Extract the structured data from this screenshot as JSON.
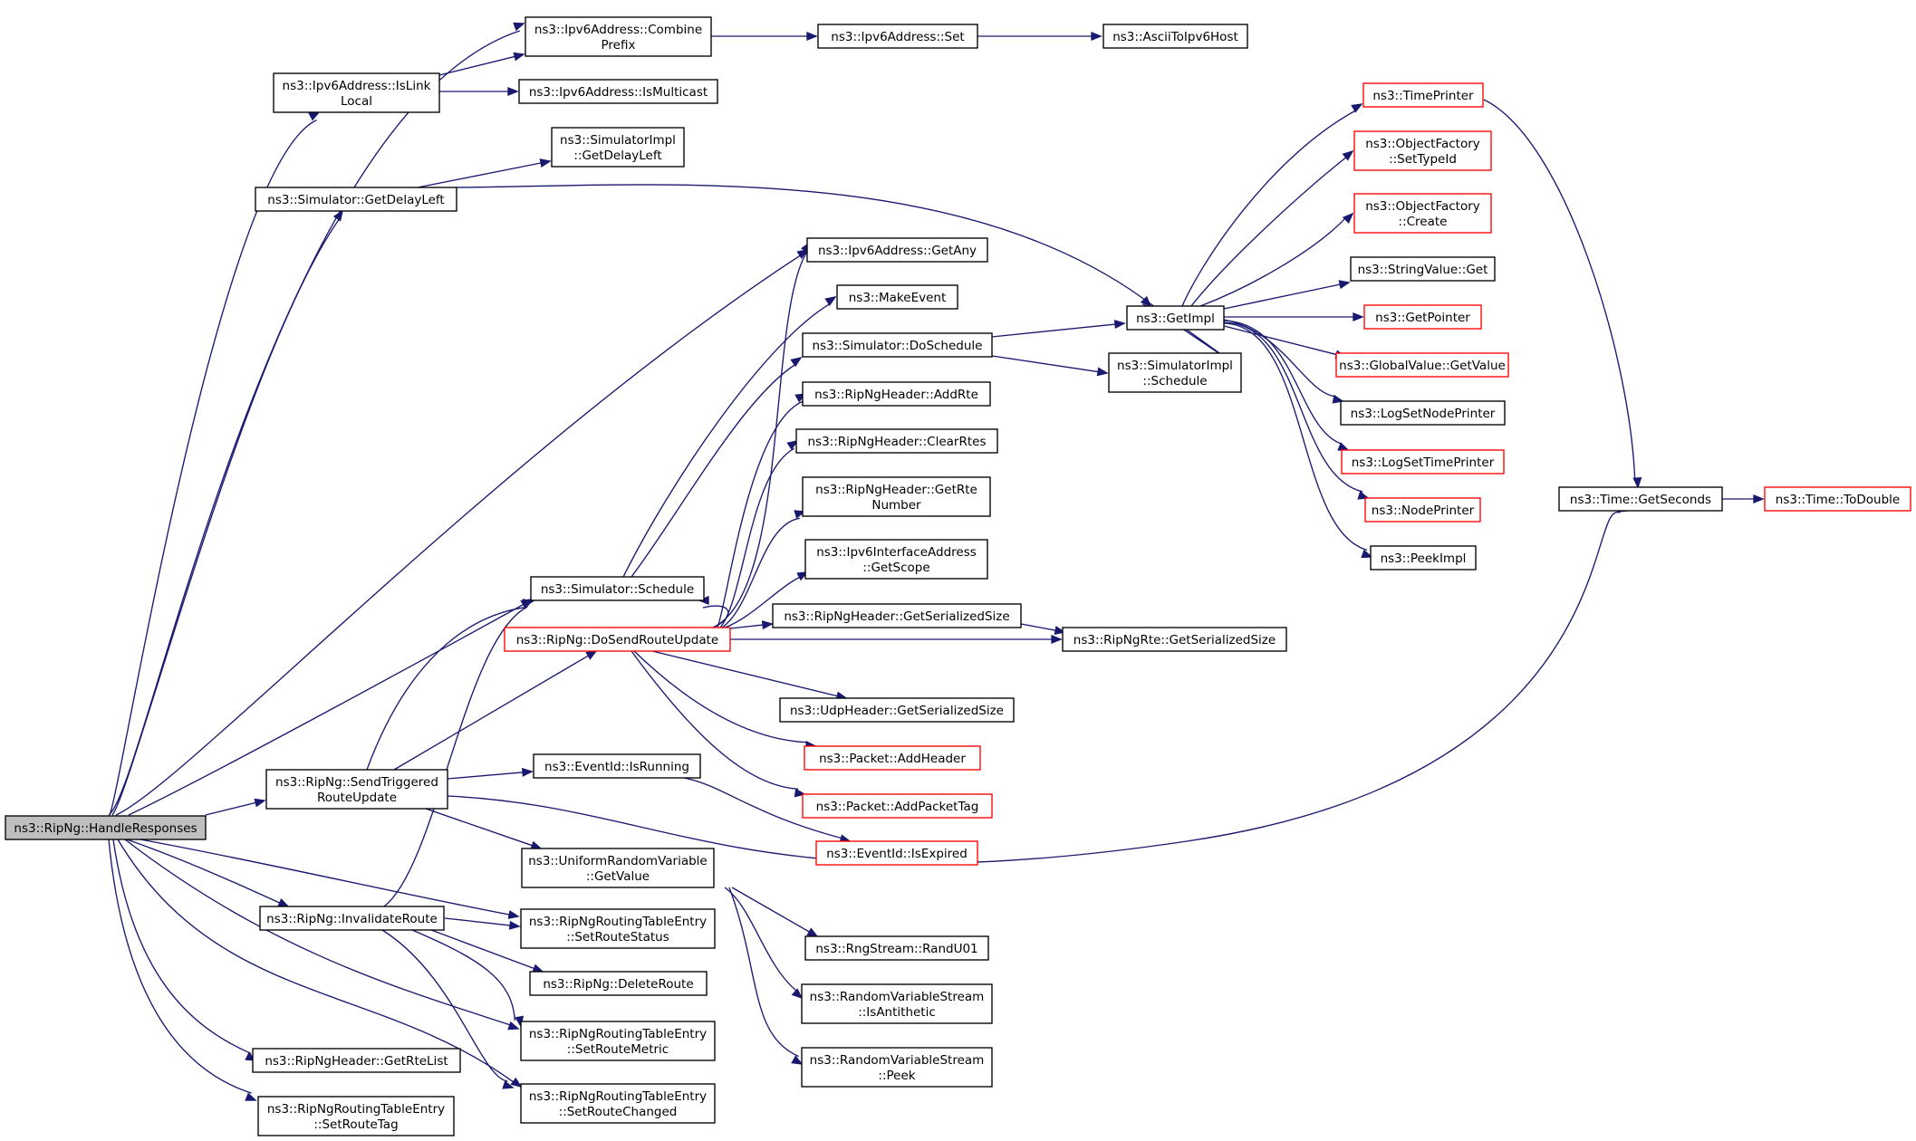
{
  "graph": {
    "colors": {
      "edge": "#191970",
      "node_border": "#000000",
      "truncated_border": "#ff0000",
      "root_fill": "#bfbfbf",
      "background": "#ffffff"
    },
    "nodes": [
      {
        "id": "handle",
        "lines": [
          "ns3::RipNg::HandleResponses"
        ],
        "style": "root"
      },
      {
        "id": "combine",
        "lines": [
          "ns3::Ipv6Address::Combine",
          "Prefix"
        ],
        "style": "normal"
      },
      {
        "id": "v6set",
        "lines": [
          "ns3::Ipv6Address::Set"
        ],
        "style": "normal"
      },
      {
        "id": "ascii",
        "lines": [
          "ns3::AsciiToIpv6Host"
        ],
        "style": "normal"
      },
      {
        "id": "islink",
        "lines": [
          "ns3::Ipv6Address::IsLink",
          "Local"
        ],
        "style": "normal"
      },
      {
        "id": "ismulti",
        "lines": [
          "ns3::Ipv6Address::IsMulticast"
        ],
        "style": "normal"
      },
      {
        "id": "implgdl",
        "lines": [
          "ns3::SimulatorImpl",
          "::GetDelayLeft"
        ],
        "style": "normal"
      },
      {
        "id": "simgdl",
        "lines": [
          "ns3::Simulator::GetDelayLeft"
        ],
        "style": "normal"
      },
      {
        "id": "getany",
        "lines": [
          "ns3::Ipv6Address::GetAny"
        ],
        "style": "normal"
      },
      {
        "id": "makeevent",
        "lines": [
          "ns3::MakeEvent"
        ],
        "style": "normal"
      },
      {
        "id": "dosched",
        "lines": [
          "ns3::Simulator::DoSchedule"
        ],
        "style": "normal"
      },
      {
        "id": "implsched",
        "lines": [
          "ns3::SimulatorImpl",
          "::Schedule"
        ],
        "style": "normal"
      },
      {
        "id": "getimpl",
        "lines": [
          "ns3::GetImpl"
        ],
        "style": "normal"
      },
      {
        "id": "timeprinter",
        "lines": [
          "ns3::TimePrinter"
        ],
        "style": "red"
      },
      {
        "id": "settypeid",
        "lines": [
          "ns3::ObjectFactory",
          "::SetTypeId"
        ],
        "style": "red"
      },
      {
        "id": "create",
        "lines": [
          "ns3::ObjectFactory",
          "::Create"
        ],
        "style": "red"
      },
      {
        "id": "strget",
        "lines": [
          "ns3::StringValue::Get"
        ],
        "style": "normal"
      },
      {
        "id": "getpointer",
        "lines": [
          "ns3::GetPointer"
        ],
        "style": "red"
      },
      {
        "id": "gvget",
        "lines": [
          "ns3::GlobalValue::GetValue"
        ],
        "style": "red"
      },
      {
        "id": "lognode",
        "lines": [
          "ns3::LogSetNodePrinter"
        ],
        "style": "normal"
      },
      {
        "id": "logtime",
        "lines": [
          "ns3::LogSetTimePrinter"
        ],
        "style": "red"
      },
      {
        "id": "nodeprinter",
        "lines": [
          "ns3::NodePrinter"
        ],
        "style": "red"
      },
      {
        "id": "peekimpl",
        "lines": [
          "ns3::PeekImpl"
        ],
        "style": "normal"
      },
      {
        "id": "getsec",
        "lines": [
          "ns3::Time::GetSeconds"
        ],
        "style": "normal"
      },
      {
        "id": "todouble",
        "lines": [
          "ns3::Time::ToDouble"
        ],
        "style": "red"
      },
      {
        "id": "addrte",
        "lines": [
          "ns3::RipNgHeader::AddRte"
        ],
        "style": "normal"
      },
      {
        "id": "clearrtes",
        "lines": [
          "ns3::RipNgHeader::ClearRtes"
        ],
        "style": "normal"
      },
      {
        "id": "getrtenum",
        "lines": [
          "ns3::RipNgHeader::GetRte",
          "Number"
        ],
        "style": "normal"
      },
      {
        "id": "getscope",
        "lines": [
          "ns3::Ipv6InterfaceAddress",
          "::GetScope"
        ],
        "style": "normal"
      },
      {
        "id": "simsched",
        "lines": [
          "ns3::Simulator::Schedule"
        ],
        "style": "normal"
      },
      {
        "id": "hdrsize",
        "lines": [
          "ns3::RipNgHeader::GetSerializedSize"
        ],
        "style": "normal"
      },
      {
        "id": "dosend",
        "lines": [
          "ns3::RipNg::DoSendRouteUpdate"
        ],
        "style": "red"
      },
      {
        "id": "rtesize",
        "lines": [
          "ns3::RipNgRte::GetSerializedSize"
        ],
        "style": "normal"
      },
      {
        "id": "udpsize",
        "lines": [
          "ns3::UdpHeader::GetSerializedSize"
        ],
        "style": "normal"
      },
      {
        "id": "addheader",
        "lines": [
          "ns3::Packet::AddHeader"
        ],
        "style": "red"
      },
      {
        "id": "addtag",
        "lines": [
          "ns3::Packet::AddPacketTag"
        ],
        "style": "red"
      },
      {
        "id": "isexpired",
        "lines": [
          "ns3::EventId::IsExpired"
        ],
        "style": "red"
      },
      {
        "id": "sendtrig",
        "lines": [
          "ns3::RipNg::SendTriggered",
          "RouteUpdate"
        ],
        "style": "normal"
      },
      {
        "id": "isrunning",
        "lines": [
          "ns3::EventId::IsRunning"
        ],
        "style": "normal"
      },
      {
        "id": "urvget",
        "lines": [
          "ns3::UniformRandomVariable",
          "::GetValue"
        ],
        "style": "normal"
      },
      {
        "id": "invalidate",
        "lines": [
          "ns3::RipNg::InvalidateRoute"
        ],
        "style": "normal"
      },
      {
        "id": "setstatus",
        "lines": [
          "ns3::RipNgRoutingTableEntry",
          "::SetRouteStatus"
        ],
        "style": "normal"
      },
      {
        "id": "deleteroute",
        "lines": [
          "ns3::RipNg::DeleteRoute"
        ],
        "style": "normal"
      },
      {
        "id": "setmetric",
        "lines": [
          "ns3::RipNgRoutingTableEntry",
          "::SetRouteMetric"
        ],
        "style": "normal"
      },
      {
        "id": "setchanged",
        "lines": [
          "ns3::RipNgRoutingTableEntry",
          "::SetRouteChanged"
        ],
        "style": "normal"
      },
      {
        "id": "getrtelist",
        "lines": [
          "ns3::RipNgHeader::GetRteList"
        ],
        "style": "normal"
      },
      {
        "id": "setroutetag",
        "lines": [
          "ns3::RipNgRoutingTableEntry",
          "::SetRouteTag"
        ],
        "style": "normal"
      },
      {
        "id": "randu01",
        "lines": [
          "ns3::RngStream::RandU01"
        ],
        "style": "normal"
      },
      {
        "id": "isanti",
        "lines": [
          "ns3::RandomVariableStream",
          "::IsAntithetic"
        ],
        "style": "normal"
      },
      {
        "id": "rvspeek",
        "lines": [
          "ns3::RandomVariableStream",
          "::Peek"
        ],
        "style": "normal"
      }
    ],
    "edges": [
      [
        "handle",
        "combine"
      ],
      [
        "handle",
        "islink"
      ],
      [
        "handle",
        "simgdl"
      ],
      [
        "handle",
        "getany"
      ],
      [
        "handle",
        "simsched"
      ],
      [
        "handle",
        "sendtrig"
      ],
      [
        "handle",
        "invalidate"
      ],
      [
        "handle",
        "setstatus"
      ],
      [
        "handle",
        "setmetric"
      ],
      [
        "handle",
        "setchanged"
      ],
      [
        "handle",
        "getrtelist"
      ],
      [
        "handle",
        "setroutetag"
      ],
      [
        "combine",
        "v6set"
      ],
      [
        "v6set",
        "ascii"
      ],
      [
        "islink",
        "combine"
      ],
      [
        "islink",
        "ismulti"
      ],
      [
        "simgdl",
        "implgdl"
      ],
      [
        "simgdl",
        "getimpl"
      ],
      [
        "getimpl",
        "timeprinter"
      ],
      [
        "getimpl",
        "settypeid"
      ],
      [
        "getimpl",
        "create"
      ],
      [
        "getimpl",
        "strget"
      ],
      [
        "getimpl",
        "getpointer"
      ],
      [
        "getimpl",
        "gvget"
      ],
      [
        "getimpl",
        "lognode"
      ],
      [
        "getimpl",
        "logtime"
      ],
      [
        "getimpl",
        "nodeprinter"
      ],
      [
        "getimpl",
        "peekimpl"
      ],
      [
        "timeprinter",
        "getsec"
      ],
      [
        "getsec",
        "todouble"
      ],
      [
        "dosched",
        "getimpl"
      ],
      [
        "dosched",
        "implsched"
      ],
      [
        "simsched",
        "makeevent"
      ],
      [
        "simsched",
        "dosched"
      ],
      [
        "dosend",
        "getany"
      ],
      [
        "dosend",
        "addrte"
      ],
      [
        "dosend",
        "clearrtes"
      ],
      [
        "dosend",
        "getrtenum"
      ],
      [
        "dosend",
        "getscope"
      ],
      [
        "dosend",
        "simsched"
      ],
      [
        "dosend",
        "hdrsize"
      ],
      [
        "dosend",
        "rtesize"
      ],
      [
        "dosend",
        "udpsize"
      ],
      [
        "dosend",
        "addheader"
      ],
      [
        "dosend",
        "addtag"
      ],
      [
        "hdrsize",
        "rtesize"
      ],
      [
        "sendtrig",
        "simsched"
      ],
      [
        "sendtrig",
        "dosend"
      ],
      [
        "sendtrig",
        "isrunning"
      ],
      [
        "sendtrig",
        "urvget"
      ],
      [
        "sendtrig",
        "getsec"
      ],
      [
        "isrunning",
        "isexpired"
      ],
      [
        "urvget",
        "randu01"
      ],
      [
        "urvget",
        "isanti"
      ],
      [
        "urvget",
        "rvspeek"
      ],
      [
        "invalidate",
        "simsched"
      ],
      [
        "invalidate",
        "setstatus"
      ],
      [
        "invalidate",
        "deleteroute"
      ],
      [
        "invalidate",
        "setmetric"
      ],
      [
        "invalidate",
        "setchanged"
      ]
    ]
  }
}
